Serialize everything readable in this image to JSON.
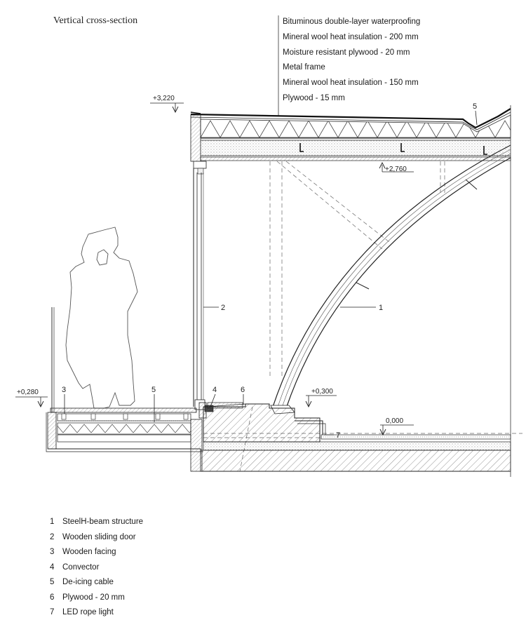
{
  "title": "Vertical cross-section",
  "layers": [
    "Bituminous double-layer waterproofing",
    "Mineral wool heat insulation - 200 mm",
    "Moisture resistant plywood - 20 mm",
    "Metal frame",
    "Mineral wool heat insulation - 150 mm",
    "Plywood - 15 mm"
  ],
  "levels": {
    "roof_top": "+3,220",
    "ceiling": "+2,760",
    "floor_terrace": "+0,280",
    "floor_inside": "+0,300",
    "ground": "0,000"
  },
  "callouts": {
    "c1": "1",
    "c2": "2",
    "c3": "3",
    "c4": "4",
    "c5_terrace": "5",
    "c5_roof": "5",
    "c6": "6",
    "c7": "7"
  },
  "legend": [
    {
      "num": "1",
      "text": "SteelH-beam structure"
    },
    {
      "num": "2",
      "text": "Wooden sliding door"
    },
    {
      "num": "3",
      "text": "Wooden facing"
    },
    {
      "num": "4",
      "text": "Convector"
    },
    {
      "num": "5",
      "text": "De-icing cable"
    },
    {
      "num": "6",
      "text": "Plywood - 20 mm"
    },
    {
      "num": "7",
      "text": "LED rope light"
    }
  ]
}
